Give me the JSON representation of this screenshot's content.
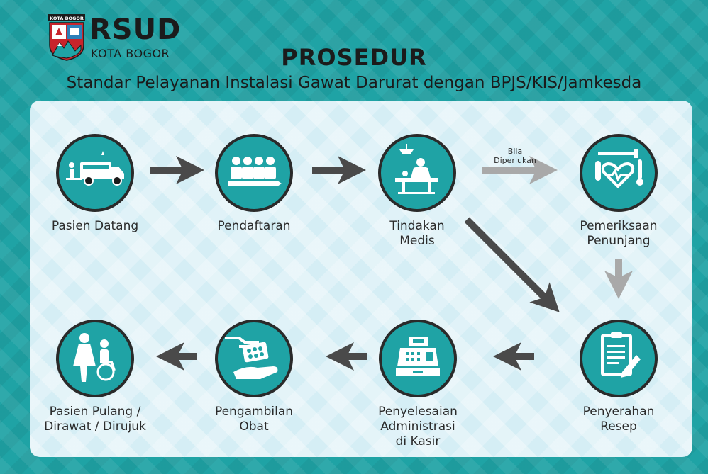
{
  "header": {
    "logo_tag": "KOTA BOGOR",
    "brand": "RSUD",
    "brand_sub": "KOTA BOGOR",
    "title": "PROSEDUR",
    "subtitle": "Standar Pelayanan Instalasi Gawat Darurat dengan BPJS/KIS/Jamkesda"
  },
  "steps": [
    {
      "label": "Pasien Datang",
      "icon": "ambulance-icon"
    },
    {
      "label": "Pendaftaran",
      "icon": "queue-people-icon"
    },
    {
      "label": "Tindakan\nMedis",
      "icon": "medical-treatment-icon"
    },
    {
      "label": "Pemeriksaan\nPenunjang",
      "icon": "lab-test-icon"
    },
    {
      "label": "Penyerahan\nResep",
      "icon": "prescription-icon"
    },
    {
      "label": "Penyelesaian\nAdministrasi\ndi Kasir",
      "icon": "cash-register-icon"
    },
    {
      "label": "Pengambilan\nObat",
      "icon": "medicine-pickup-icon"
    },
    {
      "label": "Pasien Pulang /\nDirawat / Dirujuk",
      "icon": "discharge-wheelchair-icon"
    }
  ],
  "conditional_note": "Bila\nDiperlukan",
  "colors": {
    "background": "#1fa3a5",
    "panel": "#d5eef5",
    "circle": "#1fa3a5",
    "arrow_dark": "#4a4a4a",
    "arrow_light": "#a9a9a9"
  }
}
